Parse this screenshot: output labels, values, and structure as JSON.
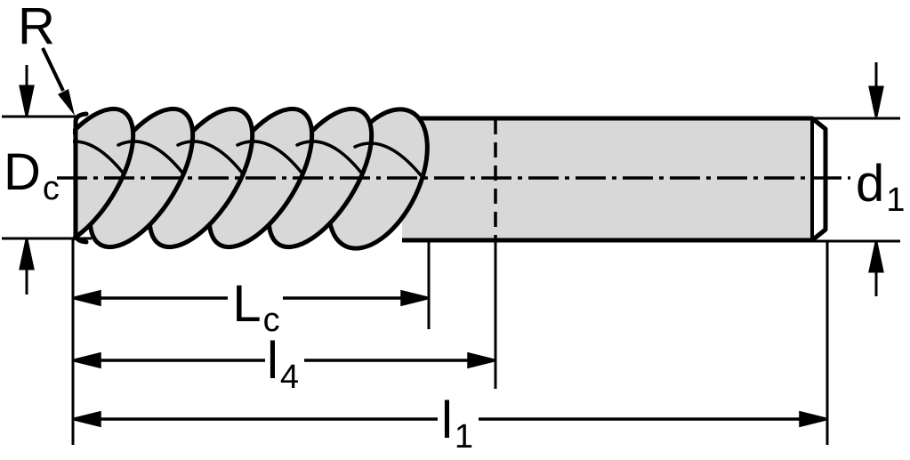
{
  "figure": {
    "type": "technical-drawing",
    "subject": "solid-carbide-end-mill-side-view",
    "background_color": "#ffffff",
    "body_fill_color": "#d8d8d8",
    "line_color": "#000000"
  },
  "labels": {
    "corner_radius": {
      "base": "R",
      "sub": ""
    },
    "cutting_diameter": {
      "base": "D",
      "sub": "c"
    },
    "shank_diameter": {
      "base": "d",
      "sub": "1"
    },
    "cutting_length": {
      "base": "L",
      "sub": "c"
    },
    "length_l4": {
      "base": "l",
      "sub": "4"
    },
    "overall_length": {
      "base": "l",
      "sub": "1"
    }
  }
}
